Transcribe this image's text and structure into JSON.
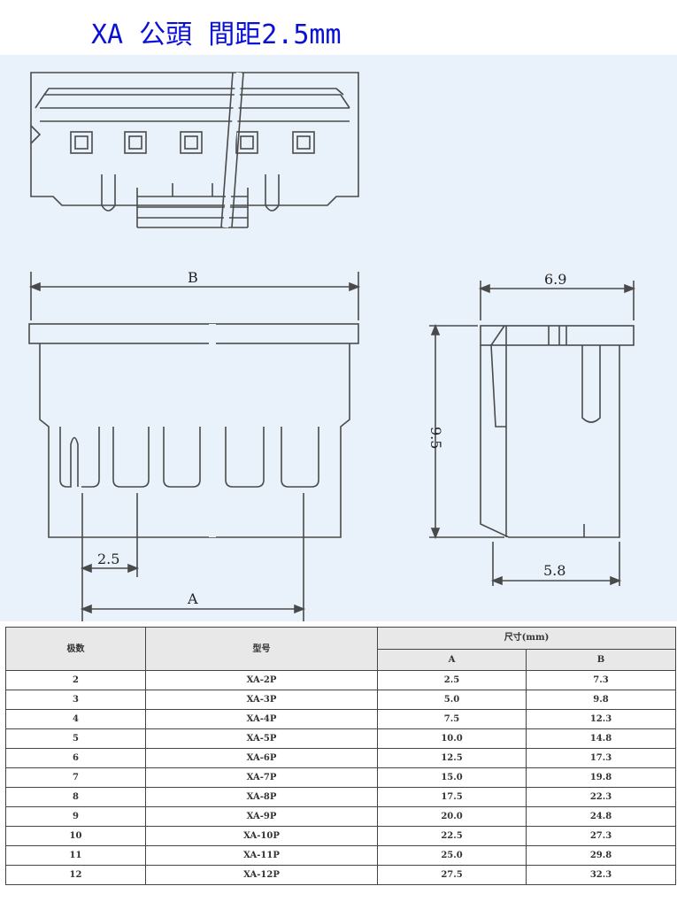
{
  "header": {
    "title": "XA  公頭 間距2.5mm"
  },
  "drawing": {
    "dim_b": "B",
    "dim_69": "6.9",
    "dim_95": "9.5",
    "dim_25": "2.5",
    "dim_a": "A",
    "dim_58": "5.8"
  },
  "table": {
    "col_poles": "极数",
    "col_model": "型号",
    "col_size": "尺寸(mm)",
    "col_a": "A",
    "col_b": "B",
    "rows": [
      {
        "poles": "2",
        "model": "XA-2P",
        "a": "2.5",
        "b": "7.3"
      },
      {
        "poles": "3",
        "model": "XA-3P",
        "a": "5.0",
        "b": "9.8"
      },
      {
        "poles": "4",
        "model": "XA-4P",
        "a": "7.5",
        "b": "12.3"
      },
      {
        "poles": "5",
        "model": "XA-5P",
        "a": "10.0",
        "b": "14.8"
      },
      {
        "poles": "6",
        "model": "XA-6P",
        "a": "12.5",
        "b": "17.3"
      },
      {
        "poles": "7",
        "model": "XA-7P",
        "a": "15.0",
        "b": "19.8"
      },
      {
        "poles": "8",
        "model": "XA-8P",
        "a": "17.5",
        "b": "22.3"
      },
      {
        "poles": "9",
        "model": "XA-9P",
        "a": "20.0",
        "b": "24.8"
      },
      {
        "poles": "10",
        "model": "XA-10P",
        "a": "22.5",
        "b": "27.3"
      },
      {
        "poles": "11",
        "model": "XA-11P",
        "a": "25.0",
        "b": "29.8"
      },
      {
        "poles": "12",
        "model": "XA-12P",
        "a": "27.5",
        "b": "32.3"
      }
    ]
  }
}
